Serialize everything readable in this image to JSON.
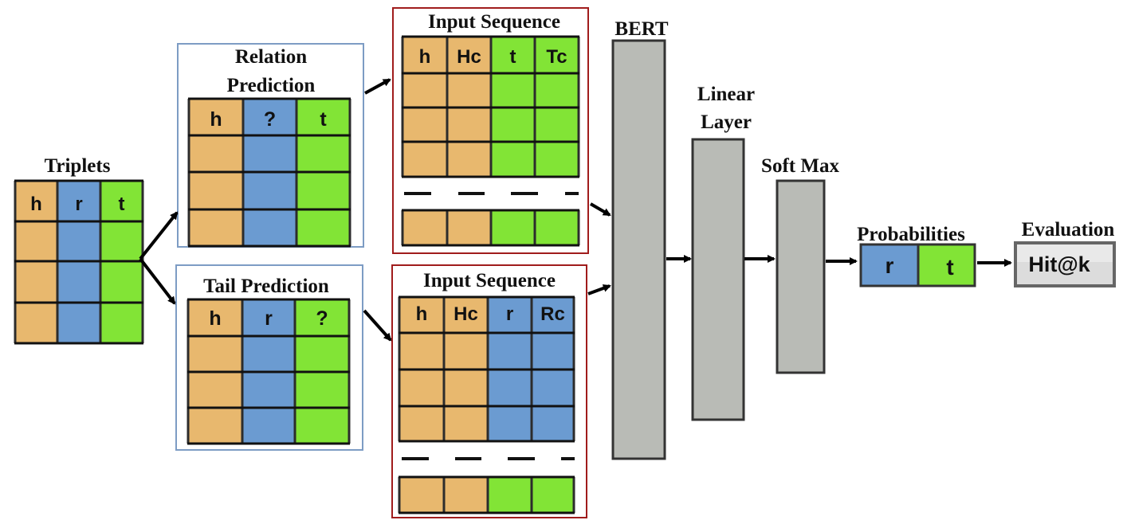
{
  "colors": {
    "head": "#e8b86e",
    "relation": "#6b9bd1",
    "tail": "#82e436",
    "layer": "#b9bbb6",
    "seq_border": "#a01c1c",
    "pred_border": "#7d9cc4",
    "cell_border": "#2c2c2c"
  },
  "triplets": {
    "title": "Triplets",
    "headers": [
      "h",
      "r",
      "t"
    ]
  },
  "relation_prediction": {
    "title_line1": "Relation",
    "title_line2": "Prediction",
    "headers": [
      "h",
      "?",
      "t"
    ]
  },
  "tail_prediction": {
    "title": "Tail Prediction",
    "headers": [
      "h",
      "r",
      "?"
    ]
  },
  "input_sequence_top": {
    "title": "Input Sequence",
    "headers": [
      "h",
      "Hc",
      "t",
      "Tc"
    ]
  },
  "input_sequence_bottom": {
    "title": "Input Sequence",
    "headers": [
      "h",
      "Hc",
      "r",
      "Rc"
    ]
  },
  "bert": {
    "label": "BERT"
  },
  "linear_layer": {
    "label_line1": "Linear",
    "label_line2": "Layer"
  },
  "softmax": {
    "label": "Soft Max"
  },
  "probabilities": {
    "title": "Probabilities",
    "cells": [
      "r",
      "t"
    ]
  },
  "evaluation": {
    "title": "Evaluation",
    "metric": "Hit@k"
  }
}
